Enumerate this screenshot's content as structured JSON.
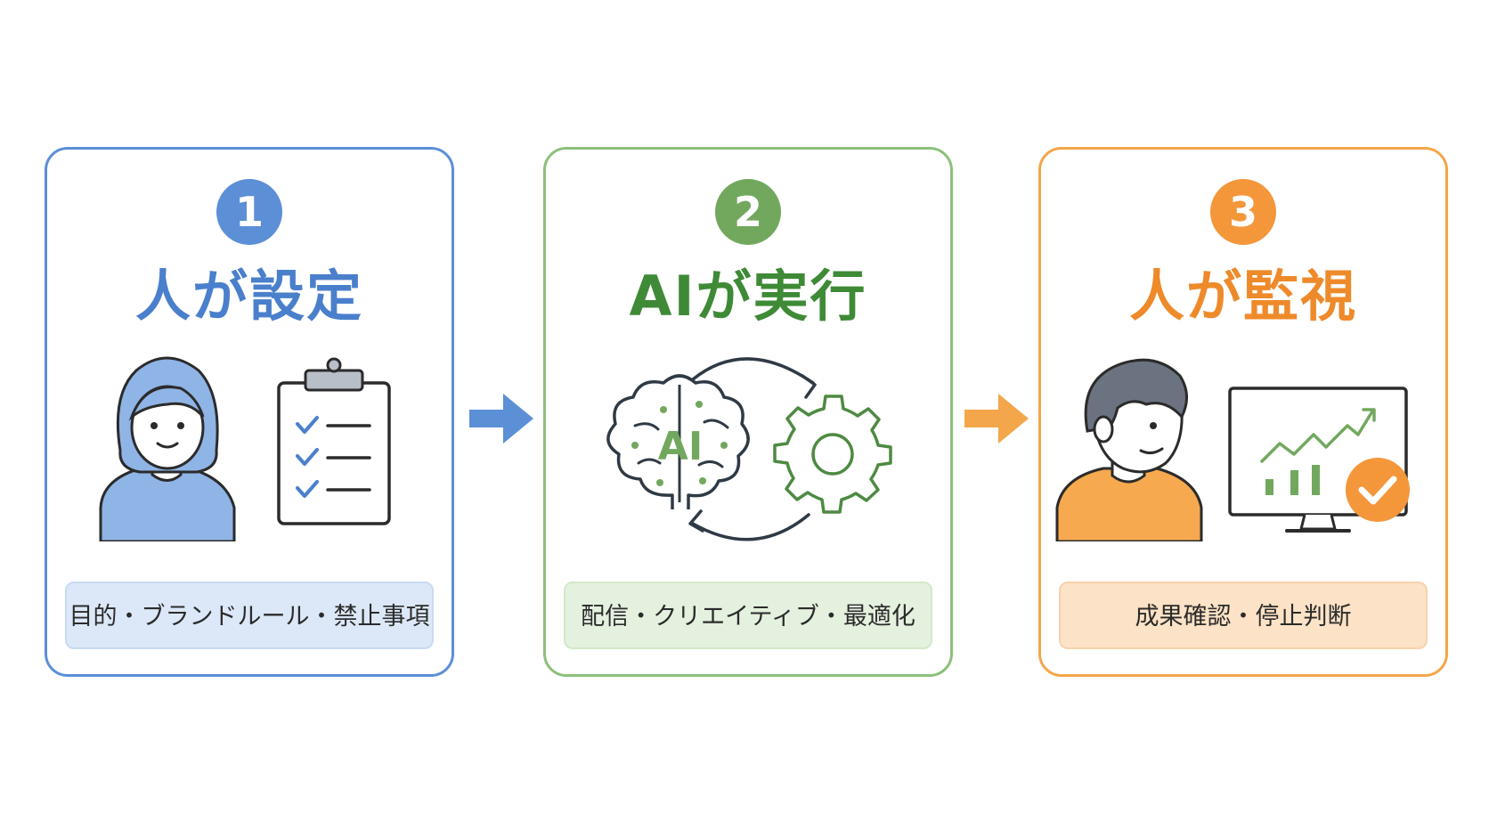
{
  "steps": [
    {
      "number": "1",
      "title": "人が設定",
      "caption": "目的・ブランドルール・禁止事項",
      "color": "#5B8FD6"
    },
    {
      "number": "2",
      "title": "AIが実行",
      "caption": "配信・クリエイティブ・最適化",
      "color": "#72A85E"
    },
    {
      "number": "3",
      "title": "人が監視",
      "caption": "成果確認・停止判断",
      "color": "#F4963A"
    }
  ],
  "brain_label": "AI",
  "icons": [
    "woman-avatar-icon",
    "clipboard-checklist-icon",
    "brain-icon",
    "gear-icon",
    "cycle-arrows-icon",
    "man-avatar-icon",
    "monitor-chart-icon",
    "checkmark-badge-icon",
    "arrow-right-icon"
  ]
}
